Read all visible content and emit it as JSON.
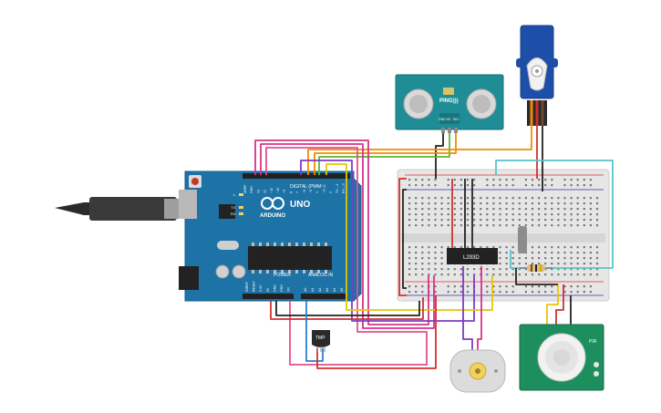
{
  "arduino": {
    "brand": "ARDUINO",
    "model": "UNO",
    "digital_label": "DIGITAL (PWM~)",
    "power_label": "POWER",
    "analog_label": "ANALOG IN",
    "led_labels": [
      "L",
      "TX",
      "RX"
    ],
    "power_pins": [
      "IOREF",
      "RESET",
      "3.3V",
      "5V",
      "GND",
      "GND",
      "Vin"
    ],
    "analog_pins": [
      "A0",
      "A1",
      "A2",
      "A3",
      "A4",
      "A5"
    ],
    "digital_pins": [
      "AREF",
      "GND",
      "13",
      "12",
      "~11",
      "~10",
      "~9",
      "8",
      "7",
      "~6",
      "~5",
      "4",
      "~3",
      "2",
      "TX→1",
      "RX←0"
    ]
  },
  "ultrasonic": {
    "name": "PING)))",
    "pins": [
      "GND",
      "5V",
      "SIG"
    ]
  },
  "driver_chip": {
    "label": "L293D"
  },
  "temp_sensor": {
    "label": "TMP"
  },
  "pir": {
    "label": "PIR"
  },
  "colors": {
    "board": "#1d72a6",
    "pcb_green": "#1d8f5e",
    "ping_teal": "#1f8d95",
    "servo_blue": "#1d4fa8",
    "wire_red": "#d32f2f",
    "wire_black": "#222222",
    "wire_magenta": "#d6338a",
    "wire_purple": "#7e3bc4",
    "wire_orange": "#f08c00",
    "wire_yellow": "#e8c600",
    "wire_green": "#5cb531",
    "wire_cyan": "#58c4c7",
    "wire_blue": "#2b7fd0",
    "wire_pink": "#e0508f"
  }
}
